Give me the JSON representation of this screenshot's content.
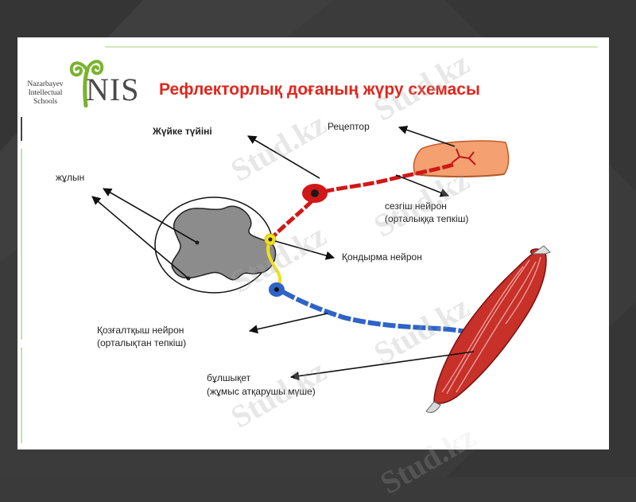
{
  "header": {
    "logo_school_text": "Nazarbayev Intellectual Schools",
    "logo_acronym": "NIS",
    "title": "Рефлекторлық доғаның жүру схемасы"
  },
  "labels": {
    "ganglion": "Жүйке түйіні",
    "receptor": "Рецептор",
    "spinal_cord": "жұлын",
    "sensory_line1": "сезгіш нейрон",
    "sensory_line2": "(орталыққа тепкіш)",
    "interneuron": "Қондырма нейрон",
    "motor_line1": "Қозғалтқыш нейрон",
    "motor_line2": "(орталықтан тепкіш)",
    "effector_line1": "бұлшықет",
    "effector_line2": "(жұмыс атқарушы мүше)"
  },
  "watermark": "Stud.kz",
  "colors": {
    "title": "#e1261c",
    "sensory_neuron": "#d01818",
    "interneuron": "#f0e020",
    "motor_neuron": "#2e63c8",
    "receptor_skin": "#f4a070",
    "spinal_gray": "#8c8c8c",
    "logo_green": "#7ab32e"
  }
}
